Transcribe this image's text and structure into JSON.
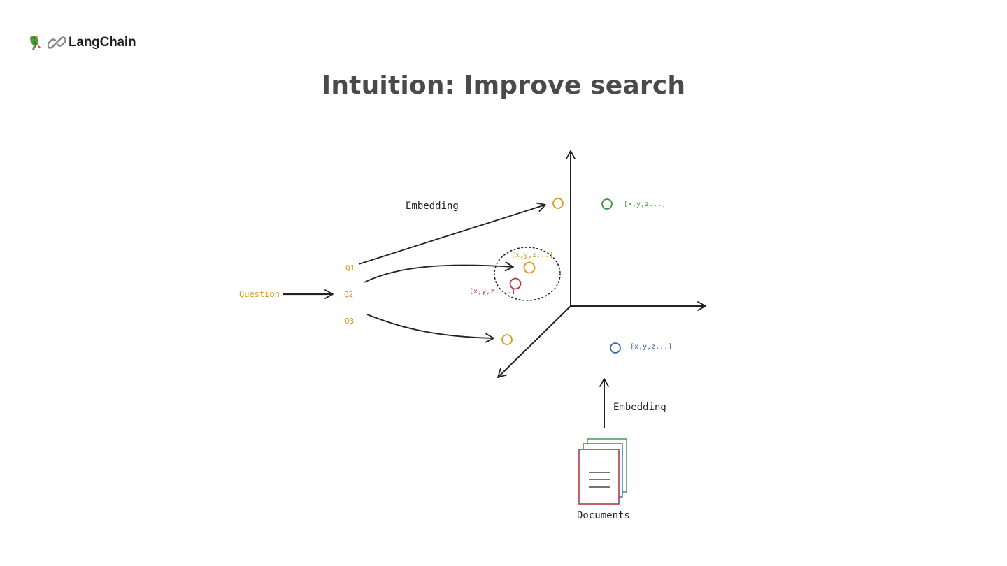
{
  "header": {
    "brand": "LangChain"
  },
  "slide": {
    "title": "Intuition: Improve search"
  },
  "diagram": {
    "question_label": "Question",
    "queries": [
      {
        "label": "Q1"
      },
      {
        "label": "Q2"
      },
      {
        "label": "Q3"
      }
    ],
    "embedding_top_label": "Embedding",
    "embedding_bottom_label": "Embedding",
    "documents_label": "Documents",
    "vector_labels": {
      "green": "[x,y,z...]",
      "orange": "[x,y,z...]",
      "red": "[x,y,z....]",
      "blue": "[x,y,z...]"
    },
    "colors": {
      "orange": "#d89a1e",
      "green": "#3c9442",
      "red": "#b03a4a",
      "blue": "#3a68a8",
      "ink": "#222222"
    },
    "icons": [
      "parrot-icon",
      "chain-link-icon",
      "document-stack-icon"
    ]
  }
}
